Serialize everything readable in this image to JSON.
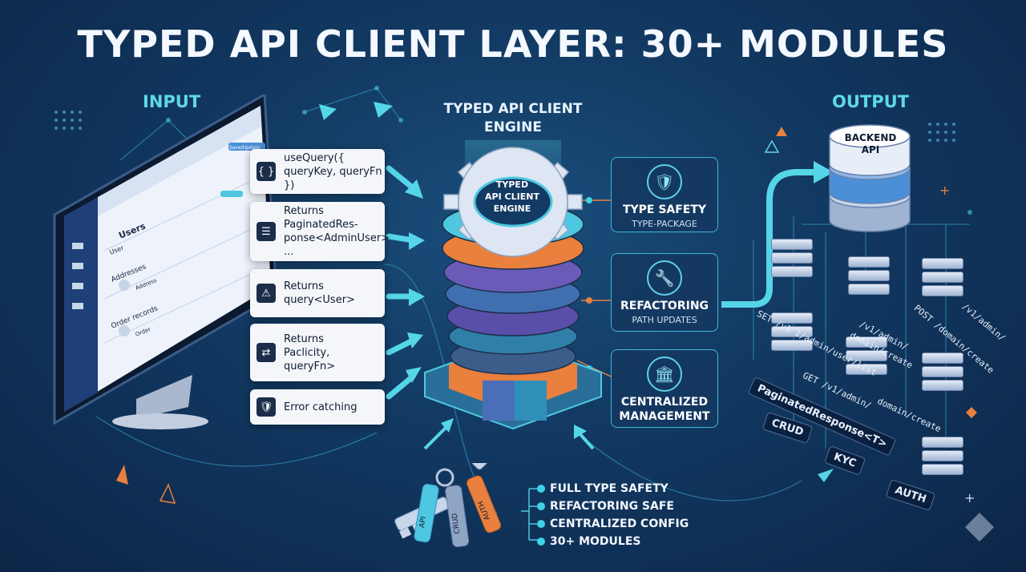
{
  "title": "TYPED API CLIENT LAYER: 30+ MODULES",
  "input_label": "INPUT",
  "output_label": "OUTPUT",
  "engine": {
    "title_line1": "TYPED API CLIENT",
    "title_line2": "ENGINE",
    "gear_line1": "TYPED",
    "gear_line2": "API CLIENT",
    "gear_line3": "ENGINE"
  },
  "input_cards": [
    {
      "icon": "{ }",
      "lines": [
        "useQuery({",
        "queryKey, queryFn })"
      ]
    },
    {
      "icon": "☰",
      "lines": [
        "Returns",
        "PaginatedRes-",
        "ponse<AdminUser>",
        "..."
      ]
    },
    {
      "icon": "⚠",
      "lines": [
        "Returns",
        "query<User>"
      ]
    },
    {
      "icon": "⇄",
      "lines": [
        "Returns",
        "Paclicity,",
        "queryFn>"
      ]
    },
    {
      "icon": "🛡",
      "lines": [
        "Error catching"
      ]
    }
  ],
  "features": [
    {
      "icon": "🛡",
      "heading": "TYPE SAFETY",
      "sub": "TYPE-PACKAGE"
    },
    {
      "icon": "🔧",
      "heading": "REFACTORING",
      "sub": "PATH UPDATES"
    },
    {
      "icon": "🏛",
      "heading_line1": "CENTRALIZED",
      "heading_line2": "MANAGEMENT"
    }
  ],
  "backend": {
    "line1": "BACKEND",
    "line2": "API"
  },
  "endpoints": [
    "SET /v1 1/admin/user/list",
    "/v1/admin/",
    "domain/create",
    "POST /domain/create",
    "/v1/admin/",
    "GET /v1/admin/",
    "domain/create"
  ],
  "tags": [
    "PaginatedResponse<T>",
    "CRUD",
    "KYC",
    "AUTH"
  ],
  "key_labels": [
    "API",
    "CRUD",
    "AUTH"
  ],
  "benefits": [
    "FULL TYPE SAFETY",
    "REFACTORING SAFE",
    "CENTRALIZED CONFIG",
    "30+ MODULES"
  ],
  "monitor": {
    "button": "Save/Update",
    "section_users": "Users",
    "section_addresses": "Addresses",
    "section_orders": "Order records",
    "rows": [
      "User",
      "Address",
      "Order"
    ]
  },
  "colors": {
    "accent": "#3fd1e6",
    "orange": "#e9803e",
    "purple": "#6a5bb8",
    "background": "#123a63"
  }
}
